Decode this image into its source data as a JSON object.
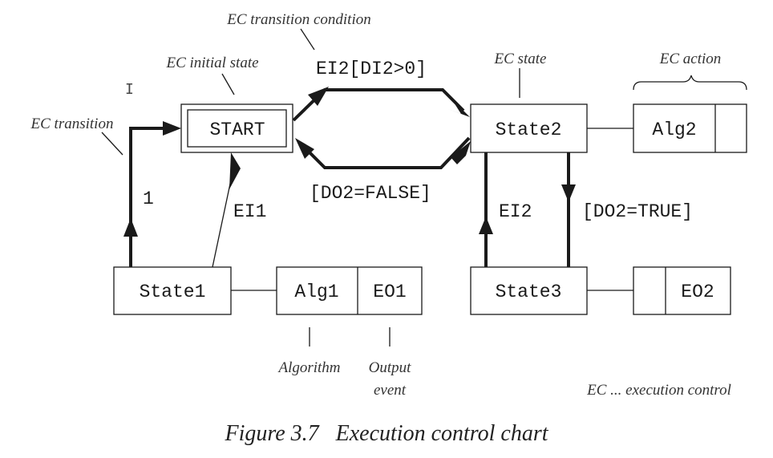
{
  "states": {
    "start": "START",
    "state1": "State1",
    "state2": "State2",
    "state3": "State3"
  },
  "actions": {
    "alg1": "Alg1",
    "eo1": "EO1",
    "alg2": "Alg2",
    "eo2": "EO2"
  },
  "transitions": {
    "t_state1_start": "1",
    "t_start_state1": "EI1",
    "t_start_state2": "EI2[DI2>0]",
    "t_state2_start": "[DO2=FALSE]",
    "t_state3_state2": "EI2",
    "t_state2_state3": "[DO2=TRUE]"
  },
  "annotations": {
    "ec_transition_condition": "EC transition condition",
    "ec_initial_state": "EC initial state",
    "ec_state": "EC state",
    "ec_action": "EC action",
    "ec_transition": "EC transition",
    "algorithm": "Algorithm",
    "output": "Output",
    "event": "event",
    "legend": "EC ... execution control"
  },
  "caption": "Figure 3.7   Execution control chart",
  "cursor_glyph": "I"
}
